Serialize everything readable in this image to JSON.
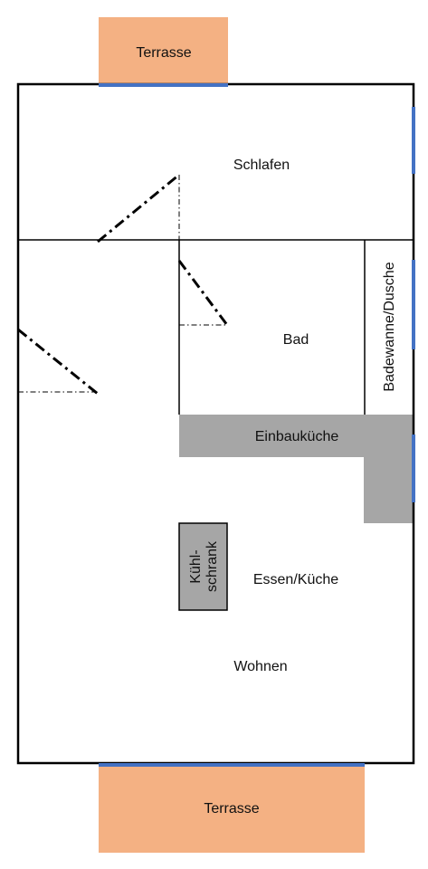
{
  "labels": {
    "terrace_top": "Terrasse",
    "sleeping": "Schlafen",
    "bath": "Bad",
    "bathtub_shower": "Badewanne/Dusche",
    "fitted_kitchen": "Einbauküche",
    "fridge_line1": "Kühl-",
    "fridge_line2": "schrank",
    "dining_kitchen": "Essen/Küche",
    "living": "Wohnen",
    "terrace_bottom": "Terrasse"
  },
  "colors": {
    "terrace_fill": "#f4b183",
    "window": "#4472c4",
    "fixture_fill": "#a6a6a6",
    "wall": "#000000"
  }
}
